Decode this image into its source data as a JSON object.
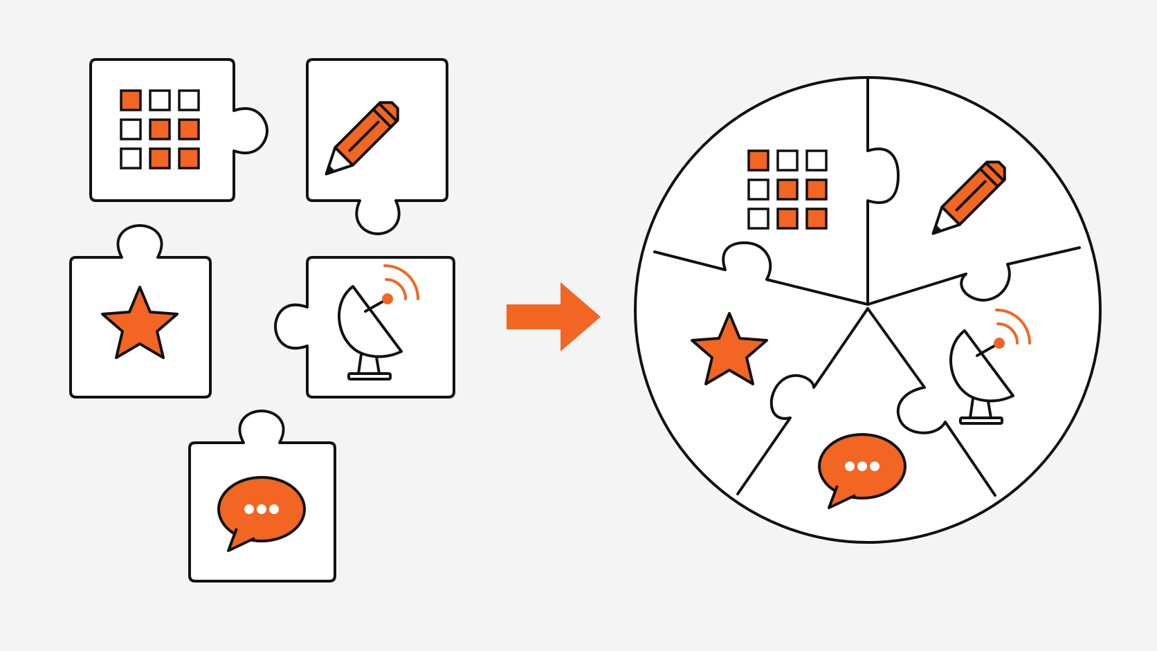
{
  "colors": {
    "background": "#f4f4f4",
    "accent": "#f26522",
    "stroke": "#111111",
    "piece_fill": "#ffffff"
  },
  "left_pieces": [
    {
      "id": "grid-piece",
      "icon": "grid-icon",
      "grid_on": [
        true,
        false,
        false,
        false,
        true,
        true,
        false,
        true,
        true
      ]
    },
    {
      "id": "pencil-piece",
      "icon": "pencil-icon"
    },
    {
      "id": "star-piece",
      "icon": "star-icon"
    },
    {
      "id": "satellite-piece",
      "icon": "satellite-dish-icon"
    },
    {
      "id": "chat-piece",
      "icon": "chat-bubble-icon"
    }
  ],
  "arrow": {
    "icon": "right-arrow-icon"
  },
  "circle": {
    "segments": [
      "grid-icon",
      "pencil-icon",
      "satellite-dish-icon",
      "chat-bubble-icon",
      "star-icon"
    ]
  }
}
